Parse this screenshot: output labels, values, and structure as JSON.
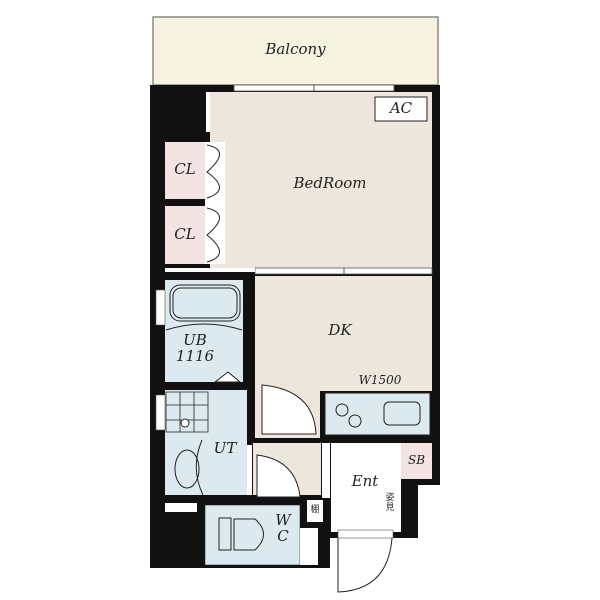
{
  "rooms": {
    "balcony": "Balcony",
    "ac": "AC",
    "bedroom": "BedRoom",
    "closet1": "CL",
    "closet2": "CL",
    "unit_bath_name": "UB",
    "unit_bath_size": "1116",
    "dk": "DK",
    "kitchen_width": "W1500",
    "utility": "UT",
    "shoe_box": "SB",
    "entrance": "Ent",
    "mirror": "姿見",
    "shelf": "棚",
    "wc_line1": "W",
    "wc_line2": "C"
  },
  "colors": {
    "wall": "#111111",
    "balcony": "#f6f4e1",
    "wood_floor": "#ede6dc",
    "wet_area": "#dce9ef",
    "closet": "#f4e3e3"
  }
}
